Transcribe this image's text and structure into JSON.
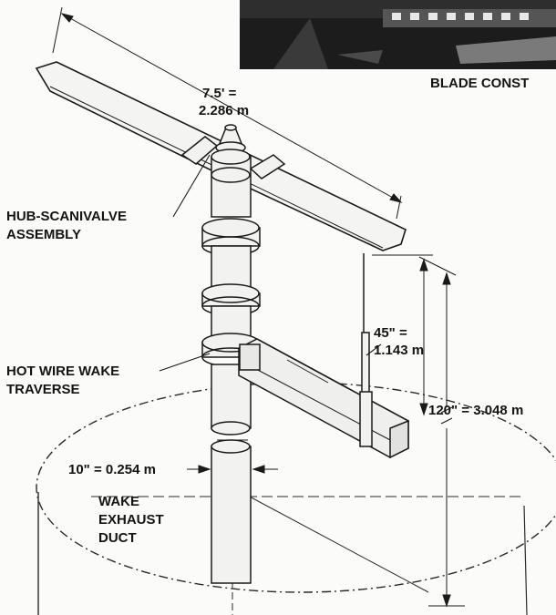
{
  "labels": {
    "blade_length_ft": "7.5' =",
    "blade_length_m": "2.286 m",
    "blade_construction": "BLADE CONST",
    "hub_line1": "HUB-SCANIVALVE",
    "hub_line2": "ASSEMBLY",
    "probe_ft": "45\" =",
    "probe_m": "1.143 m",
    "hotwire_line1": "HOT WIRE WAKE",
    "hotwire_line2": "TRAVERSE",
    "height": "120\" = 3.048 m",
    "duct_diameter": "10\" = 0.254 m",
    "wake_line1": "WAKE",
    "wake_line2": "EXHAUST",
    "wake_line3": "DUCT"
  }
}
